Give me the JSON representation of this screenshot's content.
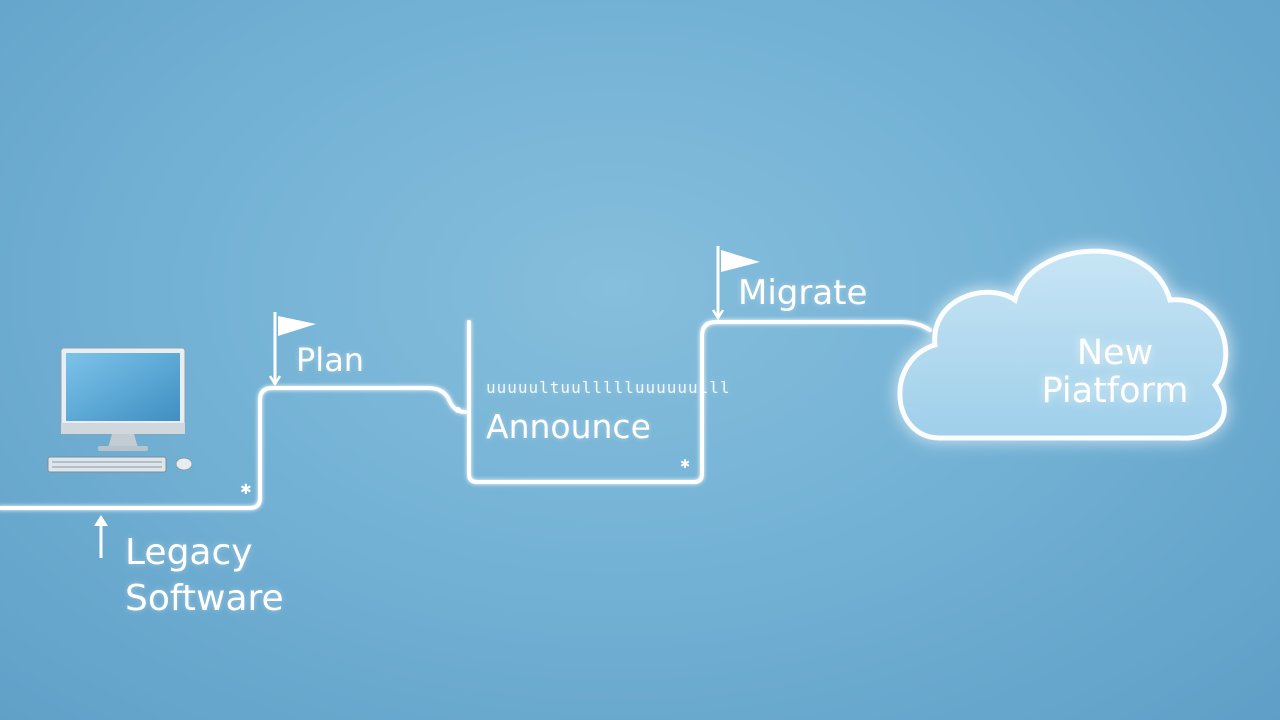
{
  "diagram": {
    "steps": [
      {
        "id": "legacy",
        "label_line1": "Legacy",
        "label_line2": "Software"
      },
      {
        "id": "plan",
        "label": "Plan"
      },
      {
        "id": "announce",
        "scribble": "uuuuultuullllluuuuuulll",
        "label": "Announce"
      },
      {
        "id": "migrate",
        "label": "Migrate"
      },
      {
        "id": "new-platform",
        "label_line1": "New",
        "label_line2": "Piatform"
      }
    ],
    "icons": {
      "start": "desktop-computer-icon",
      "flag": "flag-icon",
      "destination": "cloud-icon"
    }
  },
  "colors": {
    "background": "#74b2d5",
    "path": "#ffffff",
    "cloud_fill": "#a9d4ec",
    "monitor_screen": "#4a9fd0"
  }
}
